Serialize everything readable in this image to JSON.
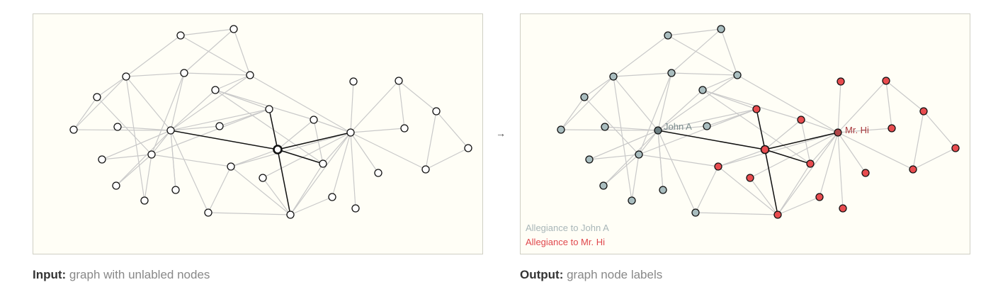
{
  "input_caption": {
    "bold": "Input:",
    "text": " graph with unlabled nodes"
  },
  "output_caption": {
    "bold": "Output:",
    "text": " graph node labels"
  },
  "arrow": "→",
  "legend": {
    "john": "Allegiance to John A",
    "mrhi": "Allegiance to Mr. Hi"
  },
  "leaders": {
    "john": "John A",
    "mrhi": "Mr. Hi"
  },
  "colors": {
    "john_fill": "#a9bdbf",
    "john_leader": "#6d7f82",
    "mrhi_fill": "#e84c4f",
    "mrhi_leader": "#b0464a",
    "input_fill": "#ffffff",
    "john_label": "#7b8c8e",
    "mrhi_label": "#a83a3e"
  }
}
